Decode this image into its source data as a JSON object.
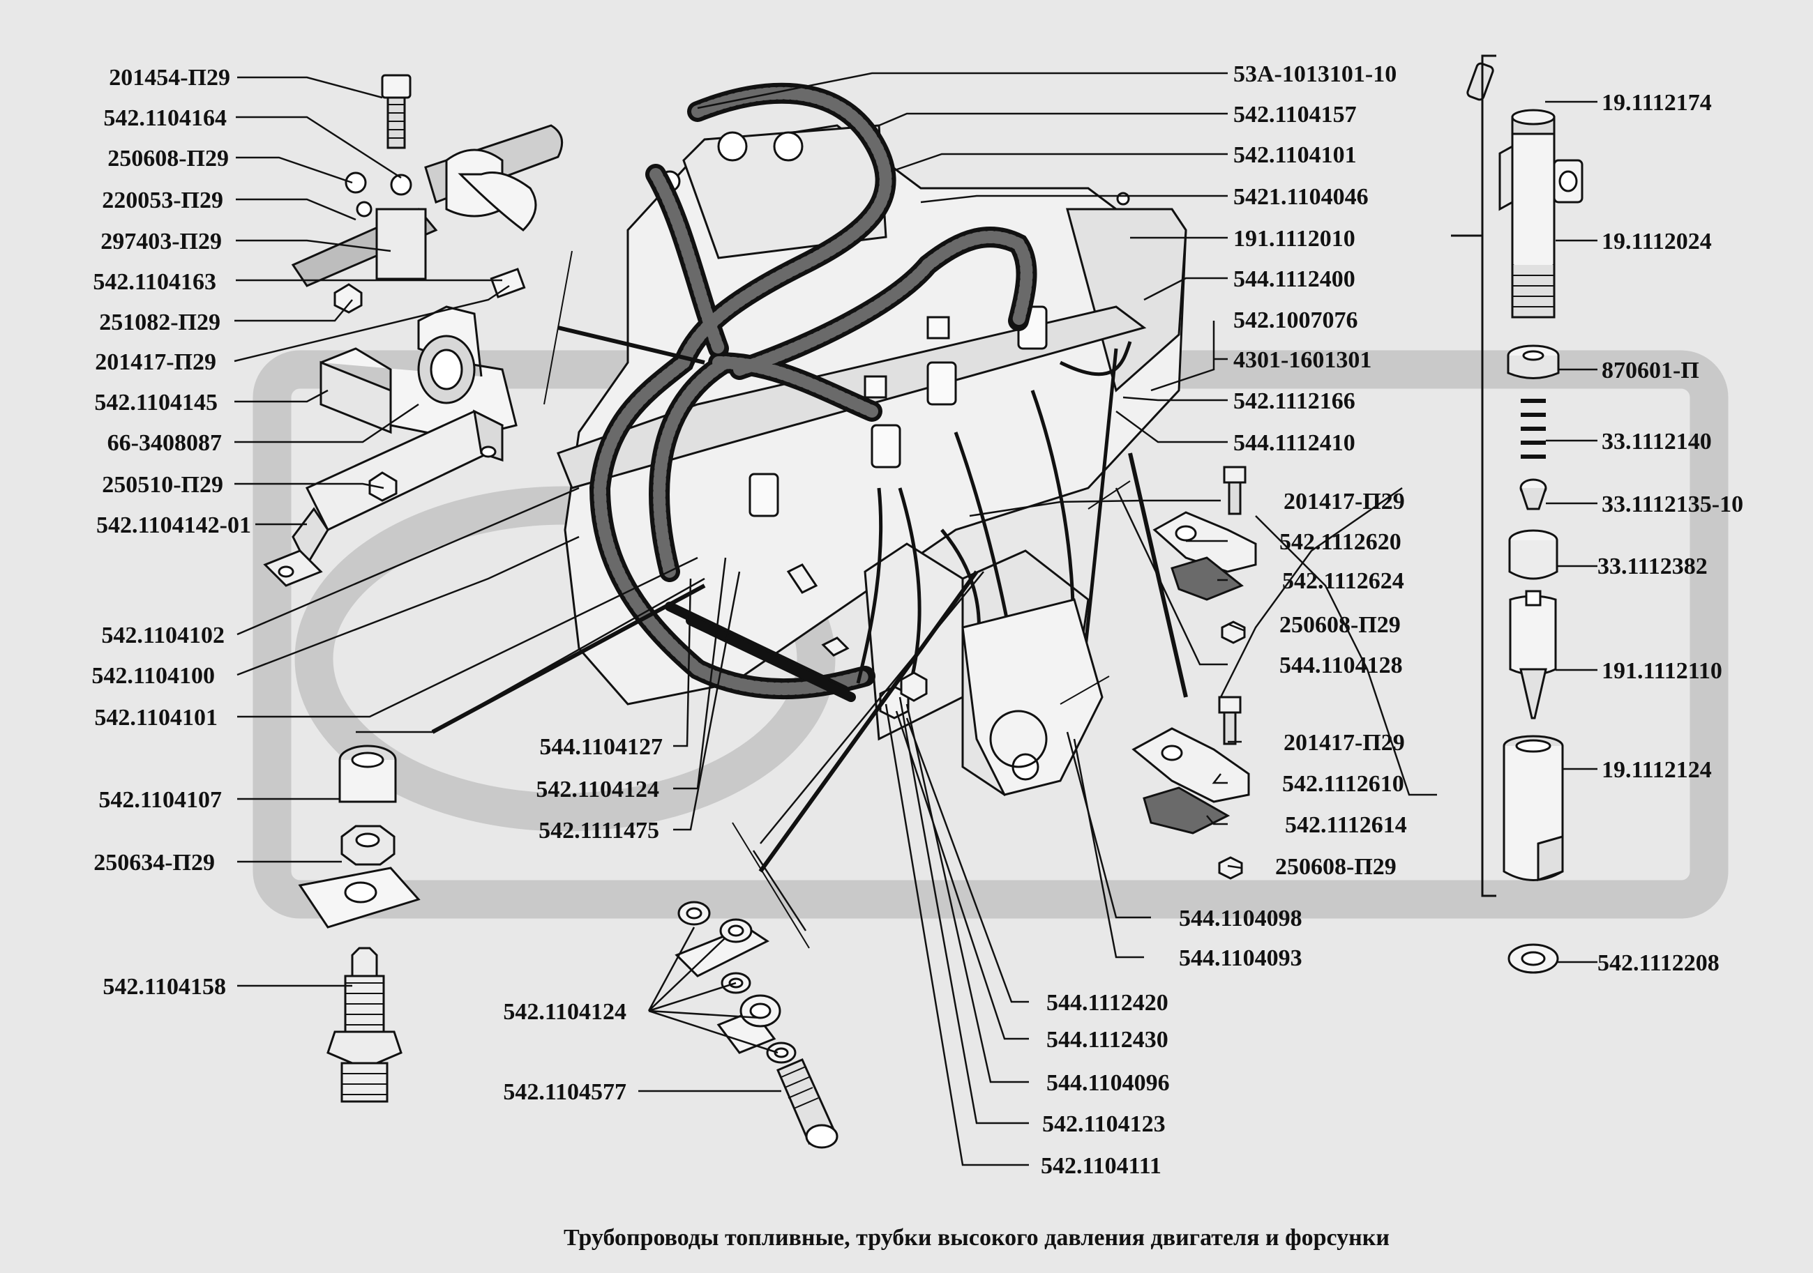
{
  "title": "Трубопроводы топливные, трубки высокого давления двигателя и форсунки",
  "labels": {
    "l_201454_P29": "201454-П29",
    "l_542_1104164": "542.1104164",
    "l_250608_P29_a": "250608-П29",
    "l_220053_P29": "220053-П29",
    "l_297403_P29": "297403-П29",
    "l_542_1104163": "542.1104163",
    "l_251082_P29": "251082-П29",
    "l_201417_P29_a": "201417-П29",
    "l_542_1104145": "542.1104145",
    "l_66_3408087": "66-3408087",
    "l_250510_P29": "250510-П29",
    "l_542_1104142_01": "542.1104142-01",
    "l_542_1104102": "542.1104102",
    "l_542_1104100": "542.1104100",
    "l_542_1104101_a": "542.1104101",
    "l_542_1104107": "542.1104107",
    "l_250634_P29": "250634-П29",
    "l_542_1104158": "542.1104158",
    "l_544_1104127": "544.1104127",
    "l_542_1104124_a": "542.1104124",
    "l_542_1111475": "542.1111475",
    "l_542_1104124_b": "542.1104124",
    "l_542_1104577": "542.1104577",
    "l_53A_1013101_10": "53А-1013101-10",
    "l_542_1104157": "542.1104157",
    "l_542_1104101_b": "542.1104101",
    "l_5421_1104046": "5421.1104046",
    "l_191_1112010": "191.1112010",
    "l_544_1112400": "544.1112400",
    "l_542_1007076": "542.1007076",
    "l_4301_1601301": "4301-1601301",
    "l_542_1112166": "542.1112166",
    "l_544_1112410": "544.1112410",
    "l_201417_P29_b": "201417-П29",
    "l_542_1112620": "542.1112620",
    "l_542_1112624": "542.1112624",
    "l_250608_P29_b": "250608-П29",
    "l_544_1104128": "544.1104128",
    "l_201417_P29_c": "201417-П29",
    "l_542_1112610": "542.1112610",
    "l_542_1112614": "542.1112614",
    "l_250608_P29_c": "250608-П29",
    "l_544_1104098": "544.1104098",
    "l_544_1104093": "544.1104093",
    "l_544_1112420": "544.1112420",
    "l_544_1112430": "544.1112430",
    "l_544_1104096": "544.1104096",
    "l_542_1104123": "542.1104123",
    "l_542_1104111": "542.1104111",
    "l_19_1112174": "19.1112174",
    "l_19_1112024": "19.1112024",
    "l_870601_P": "870601-П",
    "l_33_1112140": "33.1112140",
    "l_33_1112135_10": "33.1112135-10",
    "l_33_1112382": "33.1112382",
    "l_191_1112110": "191.1112110",
    "l_19_1112124": "19.1112124",
    "l_542_1112208": "542.1112208"
  },
  "colors": {
    "background": "#e8e8e8",
    "watermark": "#c9c9c9",
    "line": "#111111",
    "part_fill": "#f4f4f4",
    "hose_fill": "#3a3a3a"
  }
}
